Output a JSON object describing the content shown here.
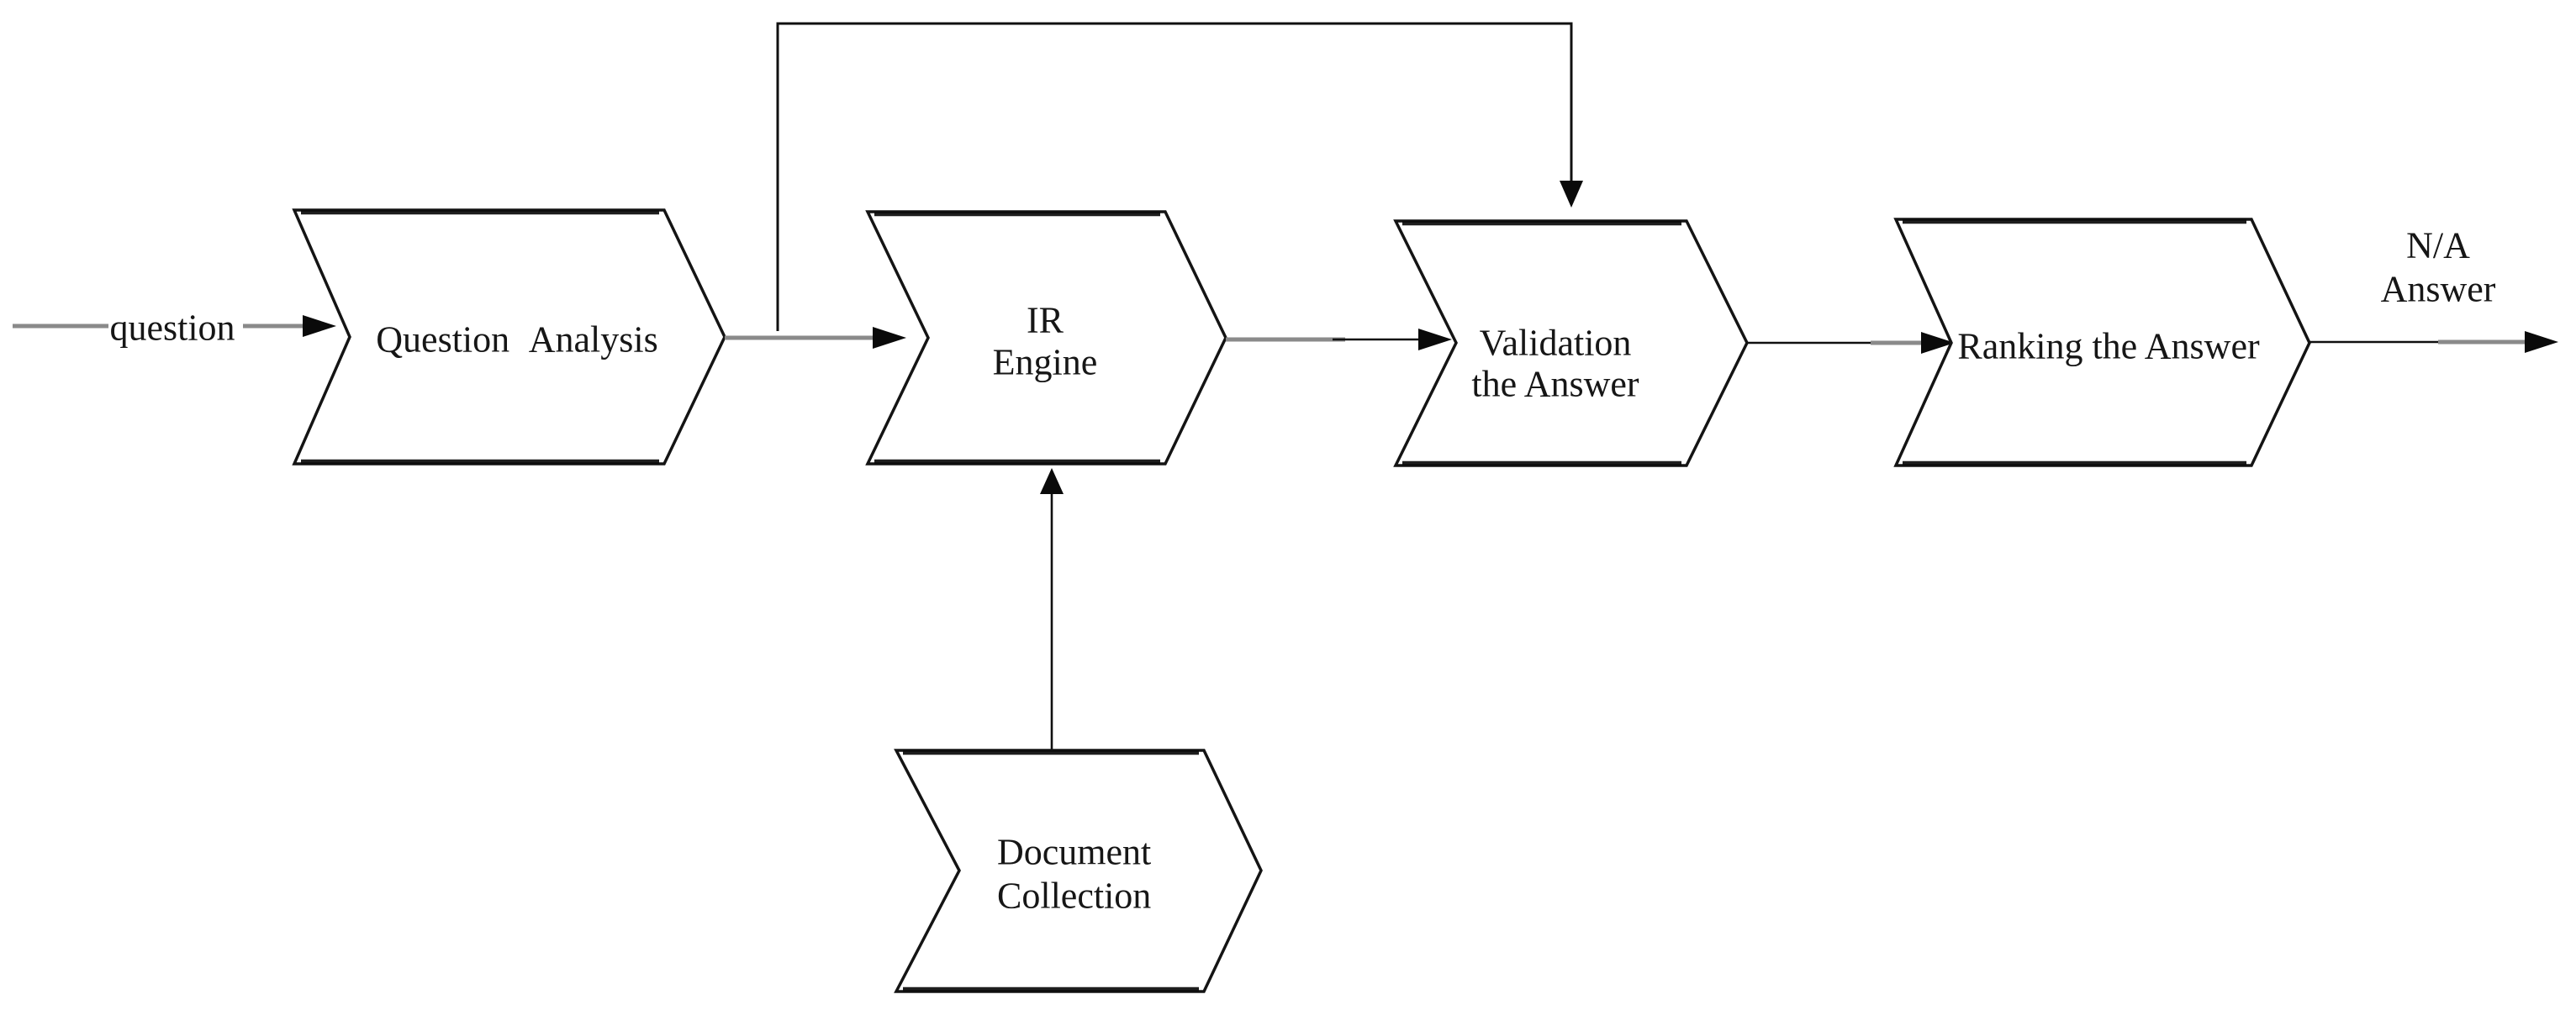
{
  "diagram": {
    "type": "flowchart",
    "background": "#ffffff",
    "colors": {
      "shape_stroke": "#141414",
      "connector_gray": "#8a8a8a",
      "arrow_black": "#0a0a0a",
      "text": "#161616"
    },
    "input": {
      "label": "question"
    },
    "output": {
      "lines": [
        "N/A",
        "Answer"
      ]
    },
    "nodes": [
      {
        "id": "question-analysis",
        "shape": "chevron",
        "label": "Question Analysis"
      },
      {
        "id": "ir-engine",
        "shape": "chevron",
        "lines": [
          "IR",
          "Engine"
        ]
      },
      {
        "id": "validation-the-answer",
        "shape": "chevron",
        "lines": [
          "Validation",
          "the Answer"
        ]
      },
      {
        "id": "ranking-the-answer",
        "shape": "chevron",
        "label": "Ranking the Answer"
      },
      {
        "id": "document-collection",
        "shape": "chevron",
        "lines": [
          "Document",
          "Collection"
        ]
      }
    ],
    "edges": [
      {
        "from": "input",
        "to": "question-analysis"
      },
      {
        "from": "question-analysis",
        "to": "ir-engine"
      },
      {
        "from": "question-analysis",
        "to": "validation-the-answer",
        "via": "top-feedback-loop"
      },
      {
        "from": "ir-engine",
        "to": "validation-the-answer"
      },
      {
        "from": "validation-the-answer",
        "to": "ranking-the-answer"
      },
      {
        "from": "ranking-the-answer",
        "to": "output"
      },
      {
        "from": "document-collection",
        "to": "ir-engine"
      }
    ]
  }
}
